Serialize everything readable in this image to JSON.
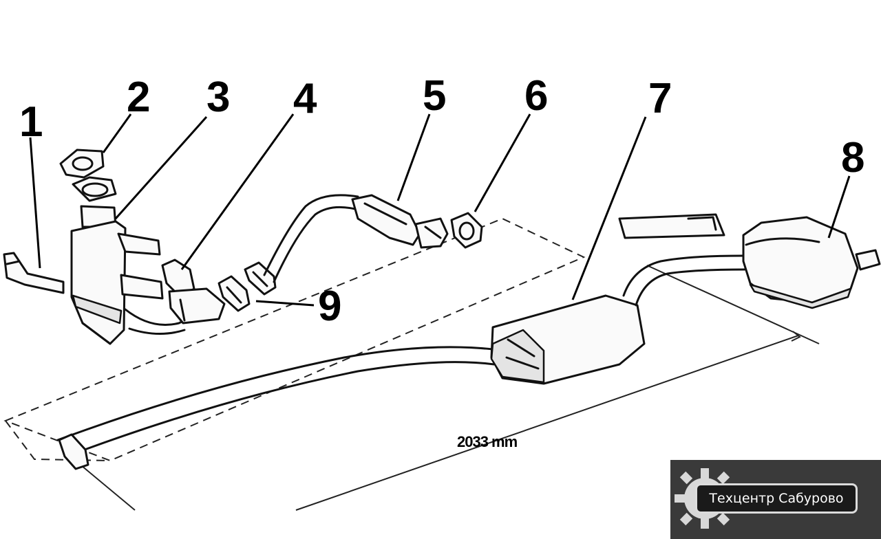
{
  "callouts": [
    "1",
    "2",
    "3",
    "4",
    "5",
    "6",
    "7",
    "8",
    "9"
  ],
  "dimension_label": "2033 mm",
  "watermark": {
    "text": "Техцентр Сабурово",
    "icon": "gear-icon"
  },
  "colors": {
    "line": "#111111",
    "watermark_bg": "#3a3a3a",
    "watermark_plate": "#1a1a1a"
  }
}
